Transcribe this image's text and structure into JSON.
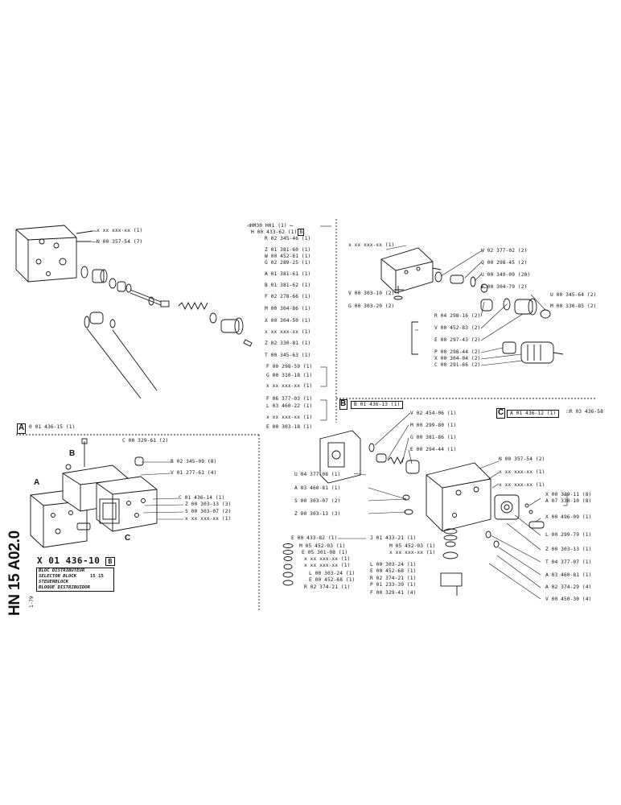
{
  "sheet": {
    "vertical_code": "HN 15 A02.0",
    "date_code": "1-79",
    "part_number": "X 01 436-10",
    "part_badge": "B",
    "model": "15 15",
    "titles": [
      "BLOC DISTRIBUTEUR",
      "SELECTOR BLOCK",
      "STEUERBLOCK",
      "BLOQUE DISTRIBUIDOR"
    ]
  },
  "section_a": {
    "box_letter": "A",
    "box_ref": "0 01 436-15 (1)",
    "labels": [
      "x xx xxx-xx (1)",
      "N 00 357-54 (7)"
    ]
  },
  "center_column": {
    "head_ref": "HM30 H01",
    "head_suffix": "(1)",
    "head_line2": "H 00 433-62 (1)",
    "group1": [
      "R 02 345-46 (1)",
      "Z 01 381-60 (1)",
      "W 00 452-61 (1)",
      "G 02 289-25 (1)",
      "A 01 381-61 (1)",
      "B 01 381-62 (1)",
      "F 02 278-66 (1)",
      "M 00 304-86 (1)",
      "X 00 304-50 (1)",
      "x xx xxx-xx (1)",
      "Z 02 330-81 (1)",
      "T 00 345-63 (1)"
    ],
    "group2": [
      "F 00 298-59 (1)",
      "G 00 310-18 (1)",
      "x xx xxx-xx (1)"
    ],
    "group3": [
      "F 06 377-03 (1)",
      "L 03 460-22 (1)",
      "x xx xxx-xx (1)",
      "E 00 303-18 (1)"
    ]
  },
  "top_right": {
    "left_labels": [
      "x xx xxx-xx (1)",
      "V 00 303-10 (2)",
      "G 00 303-20 (2)"
    ],
    "right_labels": [
      "W 02 377-02 (2)",
      "Q 00 298-45 (2)",
      "U 00 349-09 (20)",
      "E 00 304-79 (2)",
      "U 00 345-64 (2)",
      "M 00 330-85 (2)",
      "R 04 298-16 (2)",
      "V 00 452-83 (2)",
      "E 00 297-43 (2)",
      "P 00 298-44 (2)",
      "X 00 304-04 (2)",
      "C 00 291-66 (2)"
    ]
  },
  "section_b": {
    "box_letter": "B",
    "box_ref": "B 01 436-13 (1)",
    "labels": [
      "V 02 454-06 (1)",
      "M 00 299-80 (1)",
      "G 00 381-86 (1)",
      "E 00 294-44 (1)",
      "U 04 377-08 (1)",
      "A 03 460-81 (1)",
      "S 00 303-07 (2)",
      "Z 00 303-13 (3)"
    ]
  },
  "section_c": {
    "box_letter": "C",
    "box_ref": "A 01 436-12 (1)",
    "extra_ref": "R 03 436-58",
    "labels": [
      "N 00 357-54 (2)",
      "x xx xxx-xx (1)",
      "x xx xxx-xx (1)",
      "X 00 329-11 (8)",
      "A 07 330-10 (8)",
      "X 00 496-09 (1)",
      "L 00 299-79 (1)",
      "Z 00 303-13 (1)",
      "T 04 377-07 (1)",
      "A 03 460-81 (1)",
      "A 02 374-29 (4)",
      "V 00 450-30 (4)"
    ]
  },
  "assembly": {
    "letters": [
      "A",
      "B",
      "C"
    ],
    "labels": [
      "C 00 329-61 (2)",
      "B 02 345-09 (8)",
      "V 01 277-61 (4)",
      "C 01 436-14 (1)",
      "Z 00 303-13 (3)",
      "S 00 303-07 (2)",
      "x xx xxx-xx (1)"
    ]
  },
  "bottom_center": {
    "left": [
      "E 00 433-82 (1)",
      "M 05 452-03 (1)",
      "E 05 301-08 (1)",
      "x xx xxx-xx (1)",
      "x xx xxx-xx (1)",
      "L 00 303-24 (1)",
      "E 00 452-68 (1)",
      "R 02 374-21 (1)"
    ],
    "top": [
      "J 01 433-21 (1)",
      "M 05 452-03 (1)",
      "x xx xxx-xx (1)"
    ],
    "right": [
      "L 00 303-24 (1)",
      "E 00 452-68 (1)",
      "R 02 374-21 (1)",
      "P 01 233-39 (1)",
      "F 00 329-41 (4)"
    ]
  }
}
